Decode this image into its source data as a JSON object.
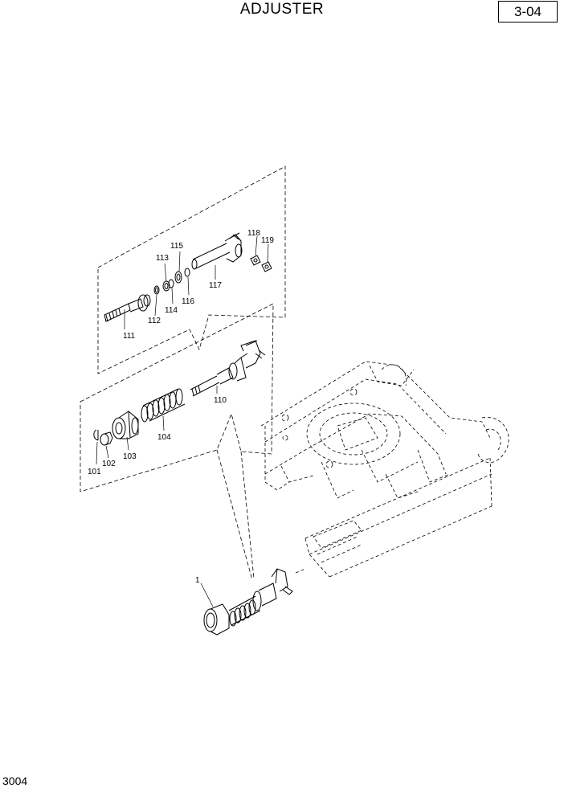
{
  "header": {
    "title": "ADJUSTER",
    "page": "3-04"
  },
  "footer": {
    "doc_no": "3004"
  },
  "callouts": {
    "p1": "1",
    "p101": "101",
    "p102": "102",
    "p103": "103",
    "p104": "104",
    "p110": "110",
    "p111": "111",
    "p112": "112",
    "p113": "113",
    "p114": "114",
    "p115": "115",
    "p116": "116",
    "p117": "117",
    "p118": "118",
    "p119": "119"
  }
}
